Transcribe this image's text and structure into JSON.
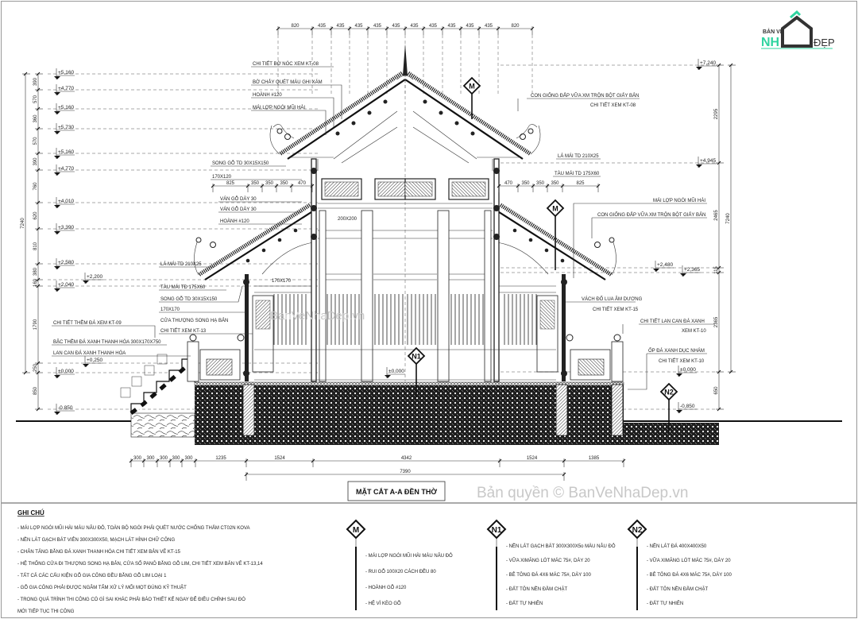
{
  "logo": {
    "line1": "BẢN VẼ",
    "line2a": "NH",
    "line2b": "ĐẸP",
    "accent": "#2fd4a0",
    "dark": "#333333"
  },
  "title": "MẶT CẮT A-A ĐỀN THỜ",
  "dimensions": {
    "top": [
      820,
      435,
      435,
      435,
      435,
      435,
      435,
      435,
      435,
      435,
      435,
      820
    ],
    "roof_left": [
      825,
      350,
      350,
      350,
      470
    ],
    "roof_right": [
      470,
      350,
      350,
      350,
      825
    ],
    "bottom": [
      300,
      300,
      300,
      300,
      300,
      1235,
      1524,
      4342,
      1524,
      1385
    ],
    "bottom_total": 7390,
    "left": [
      390,
      570,
      360,
      570,
      390,
      760,
      620,
      810,
      380,
      160,
      1790,
      250,
      850
    ],
    "left_total": 7240,
    "right": [
      2295,
      2465,
      115,
      2365,
      650
    ],
    "right_total": 7240
  },
  "levels_left": [
    "+5,160",
    "+4,770",
    "+5,160",
    "+5,730",
    "+5,160",
    "+4,770",
    "+4,010",
    "+3,390",
    "+2,580",
    "+2,200",
    "+2,040",
    "+0,250",
    "±0,000",
    "-0,850"
  ],
  "levels_right": [
    "+7,240",
    "+4,945",
    "+2,480",
    "+2,365",
    "±0,000",
    "-0,850"
  ],
  "level_center": "±0,000",
  "annotations": [
    "CHI TIẾT BỜ NÓC XEM KT-08",
    "BỜ CHẢY QUÉT MÀU GHI XÁM",
    "HOÀNH #120",
    "MÁI LỢP NGÓI MŨI HÀI",
    "SONG GỖ TD 30X15X150",
    "170X120",
    "VÁN GỖ DÀY 30",
    "VÁN GỖ DÀY 30",
    "HOÀNH #120",
    "LÁ MÁI TD 210X25",
    "TÀU MÁI TĐ 175X60",
    "SONG GỖ TD 30X15X150",
    "170X170",
    "CỬA THƯỢNG SONG HẠ BẢN",
    "CHI TIẾT XEM KT-13",
    "CHI TIẾT THỀM ĐÁ XEM KT-09",
    "BẬC THỀM ĐÁ XANH THANH HÓA 300X170X750",
    "LAN CAN ĐÁ XANH THANH HÓA",
    "200X200",
    "170X170",
    "CON GIỐNG ĐẮP VỮA XM TRỘN BỘT GIẤY BẢN",
    "CHI TIẾT XEM KT-08",
    "LÁ MÁI TD 210X25",
    "TÀU MÁI TD 175X60",
    "MÁI LỢP NGÓI MŨI HÀI",
    "CON GIỐNG ĐẮP VỮA XM TRỘN BỘT GIẤY BẢN",
    "VÁCH ĐỐ LUA ÂM DƯƠNG",
    "CHI TIẾT XEM KT-15",
    "CHI TIẾT LAN CAN ĐÁ XANH",
    "XEM KT-10",
    "ỐP ĐÁ XANH DỤC NHÁM",
    "CHI TIẾT XEM KT-10"
  ],
  "markers": [
    "M",
    "M",
    "N1",
    "N2"
  ],
  "notes": {
    "heading": "GHI CHÚ",
    "items": [
      "- MÁI LỢP NGÓI MŨI HÀI MÀU NÂU ĐỎ, TOÀN BỘ NGÓI PHẢI QUÉT NƯỚC CHỐNG THẤM CT02N KOVA",
      "- NỀN LÁT GẠCH BÁT VIÊN 300X300X50, MẠCH LÁT HÌNH CHỮ CÔNG",
      "- CHÂN TẢNG BẰNG ĐÁ XANH THANH HÓA CHI TIẾT XEM BẢN VẼ KT-15",
      "- HỆ THỐNG CỬA ĐI THƯỢNG SONG HẠ BẢN, CỬA SỔ PANÔ BẰNG GỖ LIM, CHI TIẾT XEM BẢN VẼ KT-13,14",
      "- TẤT CẢ CÁC CẤU KIỆN GỖ GIA CÔNG ĐỀU BẰNG GỖ LIM LOẠI 1",
      "- GỖ GIA CÔNG PHẢI ĐƯỢC NGÂM TẨM XỬ LÝ MỐI MỌT ĐÚNG KỸ THUẬT",
      "- TRONG QUÁ TRÌNH THI CÔNG CÓ GÌ SAI KHÁC PHẢI BÁO THIẾT KẾ NGAY ĐỂ ĐIỀU CHỈNH SAU ĐÓ",
      "MỚI TIẾP TỤC THI CÔNG"
    ]
  },
  "legends": [
    {
      "marker": "M",
      "items": [
        "- MÁI LỢP NGÓI MŨI HÀI MÀU NÂU ĐỎ",
        "- RUI GỖ 100X20 CÁCH ĐỀU 80",
        "- HOÀNH GỖ #120",
        "- HỆ VÌ KÈO GỖ"
      ]
    },
    {
      "marker": "N1",
      "items": [
        "- NỀN LÁT GẠCH BÁT 300X300X5o MÀU NÂU ĐỎ",
        "- VỮA XIMĂNG LÓT MÁC 75#, DÀY 20",
        "- BÊ TÔNG ĐÁ 4X6 MÁC 75#, DÀY 100",
        "- ĐẤT TÔN NỀN ĐẦM CHẶT",
        "- ĐẤT TỰ NHIÊN"
      ]
    },
    {
      "marker": "N2",
      "items": [
        "- NỀN LÁT ĐÁ 400X400X50",
        "- VỮA XIMĂNG LÓT MÁC 75#, DÀY 20",
        "- BÊ TÔNG ĐÁ 4X6 MÁC 75#, DÀY 100",
        "- ĐẤT TÔN NỀN ĐẦM CHẶT",
        "- ĐẤT TỰ NHIÊN"
      ]
    }
  ],
  "watermarks": {
    "center": "BanVeNhaDep.vn",
    "bottom": "Bản quyền © BanVeNhaDep.vn"
  }
}
